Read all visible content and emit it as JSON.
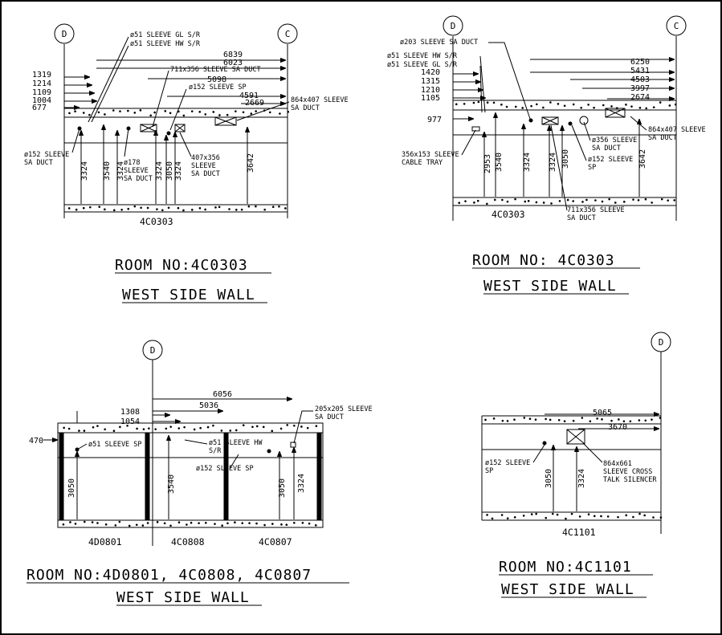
{
  "panels": {
    "tl": {
      "grid_left": "D",
      "grid_right": "C",
      "room_tag": "4C0303",
      "title1": "ROOM NO:4C0303",
      "title2": "WEST SIDE WALL",
      "callouts": [
        "ø51 SLEEVE GL S/R",
        "ø51 SLEEVE HW S/R",
        "711x356 SLEEVE SA DUCT",
        "ø152 SLEEVE SP",
        "864x407 SLEEVE",
        "SA DUCT",
        "ø152 SLEEVE",
        "SA DUCT",
        "ø178",
        "SLEEVE",
        "SA DUCT",
        "407x356",
        "SLEEVE",
        "SA DUCT"
      ],
      "hdims": [
        "6839",
        "6023",
        "5098",
        "4591",
        "2669"
      ],
      "left_dims": [
        "1319",
        "1214",
        "1109",
        "1004",
        "677"
      ],
      "vdims": [
        "3324",
        "3540",
        "3324",
        "3324",
        "3050",
        "3324",
        "3642"
      ]
    },
    "tr": {
      "grid_left": "D",
      "grid_right": "C",
      "room_tag": "4C0303",
      "title1": "ROOM  NO:  4C0303",
      "title2": "WEST  SIDE  WALL",
      "callouts": [
        "ø203 SLEEVE SA DUCT",
        "ø51 SLEEVE HW S/R",
        "ø51 SLEEVE GL S/R",
        "356x153 SLEEVE",
        "CABLE  TRAY",
        "ø356 SLEEVE",
        "SA DUCT",
        "ø152 SLEEVE",
        "SP",
        "864x407 SLEEVE",
        "SA DUCT",
        "711x356 SLEEVE",
        "SA DUCT"
      ],
      "hdims": [
        "6250",
        "5431",
        "4503",
        "3997",
        "2674"
      ],
      "left_dims": [
        "1420",
        "1315",
        "1210",
        "1105",
        "977"
      ],
      "vdims": [
        "2953",
        "3540",
        "3324",
        "3324",
        "3050",
        "3642"
      ]
    },
    "bl": {
      "grid": "D",
      "rooms": [
        "4D0801",
        "4C0808",
        "4C0807"
      ],
      "title1": "ROOM  NO:4D0801,  4C0808,  4C0807",
      "title2": "WEST  SIDE  WALL",
      "callouts": [
        "ø51 SLEEVE SP",
        "ø51 SLEEVE HW",
        "S/R",
        "ø152 SLEEVE SP",
        "205x205 SLEEVE",
        "SA DUCT"
      ],
      "hdims": [
        "6056",
        "5036"
      ],
      "left_dims": [
        "1308",
        "1054",
        "470"
      ],
      "vdims": [
        "3050",
        "3540",
        "3050",
        "3324"
      ]
    },
    "br": {
      "grid": "D",
      "room_tag": "4C1101",
      "title1": "ROOM  NO:4C1101",
      "title2": "WEST  SIDE  WALL",
      "callouts": [
        "ø152 SLEEVE",
        "SP",
        "864x661",
        "SLEEVE CROSS",
        "TALK SILENCER"
      ],
      "hdims": [
        "5065",
        "3670"
      ],
      "vdims": [
        "3050",
        "3324"
      ]
    }
  }
}
